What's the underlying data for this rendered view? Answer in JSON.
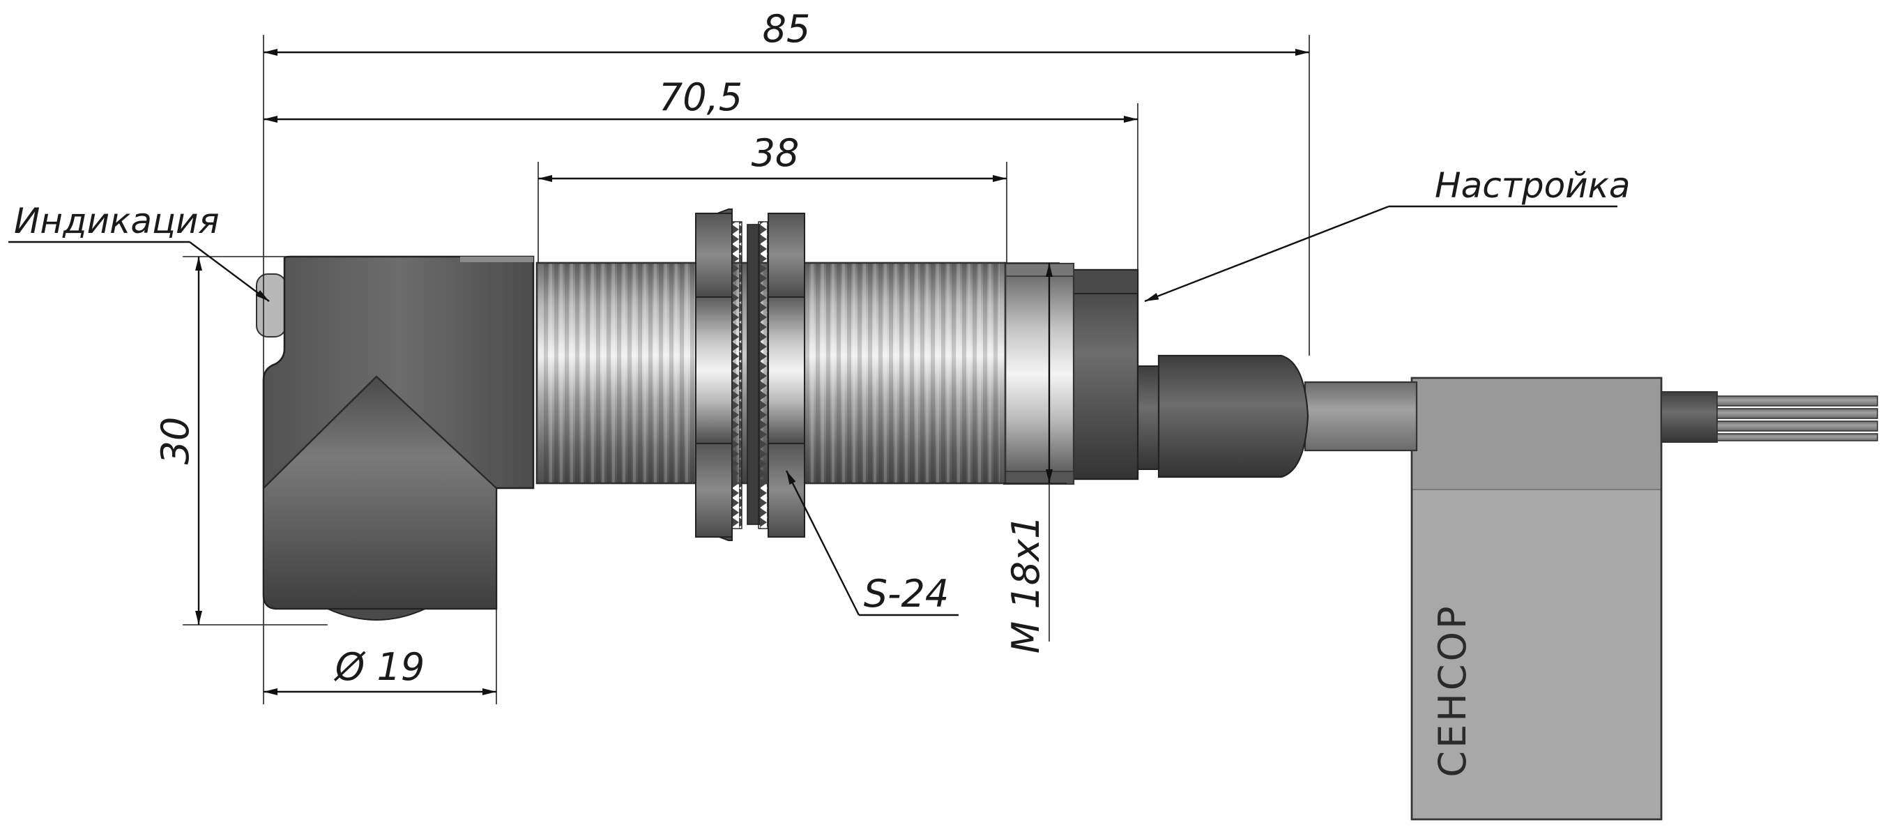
{
  "dimensions": {
    "overall_length": "85",
    "to_adjust_length": "70,5",
    "thread_length": "38",
    "height": "30",
    "diameter": "Ø 19",
    "thread_size": "M 18x1",
    "nut_size": "S-24"
  },
  "callouts": {
    "indication": "Индикация",
    "adjustment": "Настройка"
  },
  "label": {
    "brand": "СЕНСОР"
  },
  "colors": {
    "housing": "#5d5d5d",
    "metal_light": "#d9d9d9",
    "metal_dark": "#6e6e6e",
    "cable": "#8a8a8a",
    "tag": "#a7a7a7"
  }
}
